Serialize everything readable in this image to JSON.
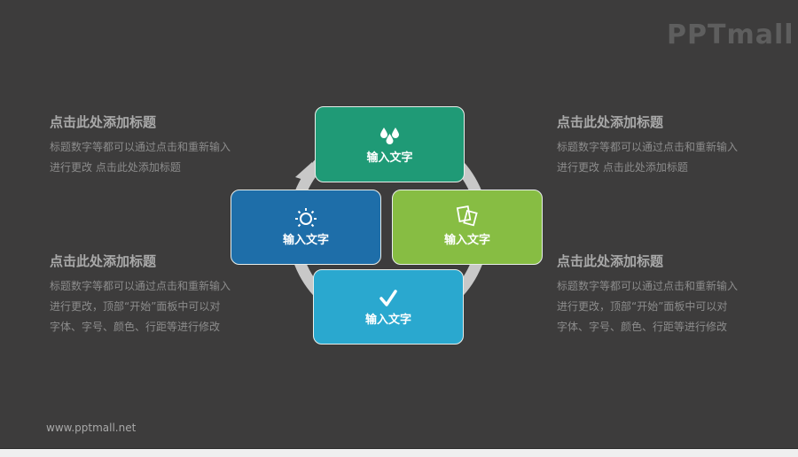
{
  "brand": {
    "logo_text": "PPTmall",
    "footer_url": "www.pptmall.net"
  },
  "colors": {
    "background": "#3d3c3c",
    "ring": "#c8c8c8",
    "card_top": "#1f9a76",
    "card_left": "#1e6ea9",
    "card_right": "#87bd43",
    "card_bottom": "#2aa8cf",
    "title_text": "#a9a9a9",
    "body_text": "#8c8c8c"
  },
  "diagram": {
    "cards": [
      {
        "position": "top",
        "label": "输入文字",
        "icon": "water-drops-icon"
      },
      {
        "position": "left",
        "label": "输入文字",
        "icon": "sun-icon"
      },
      {
        "position": "right",
        "label": "输入文字",
        "icon": "documents-icon"
      },
      {
        "position": "bottom",
        "label": "输入文字",
        "icon": "checkmark-icon"
      }
    ]
  },
  "text_blocks": {
    "top_left": {
      "title": "点击此处添加标题",
      "lines": [
        "标题数字等都可以通过点击和重新输入",
        "进行更改 点击此处添加标题"
      ]
    },
    "bottom_left": {
      "title": "点击此处添加标题",
      "lines": [
        "标题数字等都可以通过点击和重新输入",
        "进行更改，顶部“开始”面板中可以对",
        "字体、字号、颜色、行距等进行修改"
      ]
    },
    "top_right": {
      "title": "点击此处添加标题",
      "lines": [
        "标题数字等都可以通过点击和重新输入",
        "进行更改 点击此处添加标题"
      ]
    },
    "bottom_right": {
      "title": "点击此处添加标题",
      "lines": [
        "标题数字等都可以通过点击和重新输入",
        "进行更改，顶部“开始”面板中可以对",
        "字体、字号、颜色、行距等进行修改"
      ]
    }
  }
}
